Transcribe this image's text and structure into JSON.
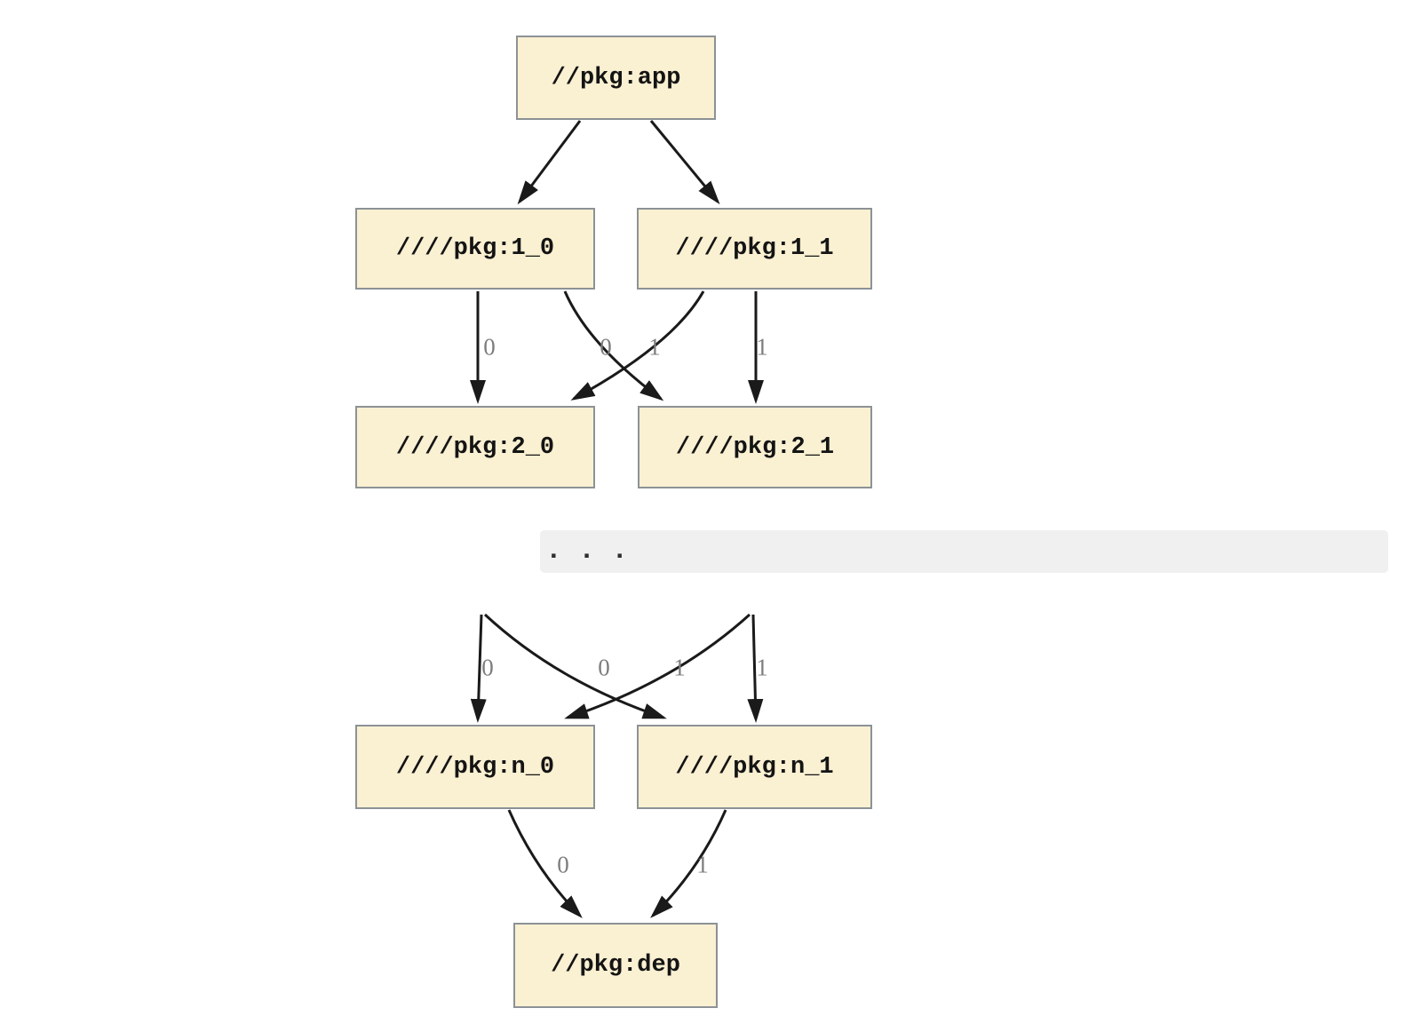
{
  "diagram": {
    "type": "dependency-graph",
    "nodes": [
      {
        "id": "app",
        "label": "//pkg:app"
      },
      {
        "id": "1_0",
        "label": "////pkg:1_0"
      },
      {
        "id": "1_1",
        "label": "////pkg:1_1"
      },
      {
        "id": "2_0",
        "label": "////pkg:2_0"
      },
      {
        "id": "2_1",
        "label": "////pkg:2_1"
      },
      {
        "id": "n_0",
        "label": "////pkg:n_0"
      },
      {
        "id": "n_1",
        "label": "////pkg:n_1"
      },
      {
        "id": "dep",
        "label": "//pkg:dep"
      }
    ],
    "edges": [
      {
        "from": "//pkg:app",
        "to": "////pkg:1_0",
        "label": ""
      },
      {
        "from": "//pkg:app",
        "to": "////pkg:1_1",
        "label": ""
      },
      {
        "from": "////pkg:1_0",
        "to": "////pkg:2_0",
        "label": "0"
      },
      {
        "from": "////pkg:1_0",
        "to": "////pkg:2_1",
        "label": "0"
      },
      {
        "from": "////pkg:1_1",
        "to": "////pkg:2_0",
        "label": "1"
      },
      {
        "from": "////pkg:1_1",
        "to": "////pkg:2_1",
        "label": "1"
      },
      {
        "from": "...",
        "to": "////pkg:n_0",
        "label": "0"
      },
      {
        "from": "...",
        "to": "////pkg:n_1",
        "label": "0"
      },
      {
        "from": "...",
        "to": "////pkg:n_0",
        "label": "1"
      },
      {
        "from": "...",
        "to": "////pkg:n_1",
        "label": "1"
      },
      {
        "from": "////pkg:n_0",
        "to": "//pkg:dep",
        "label": "0"
      },
      {
        "from": "////pkg:n_1",
        "to": "//pkg:dep",
        "label": "1"
      }
    ],
    "separator": {
      "text": ". . ."
    },
    "colors": {
      "node_fill": "#faf0d2",
      "node_border": "#8c9296",
      "edge": "#1a1a1a",
      "edge_label": "#7d7d7d",
      "separator_bg": "#f0f0f0",
      "separator_text": "#2f2f2f"
    }
  }
}
